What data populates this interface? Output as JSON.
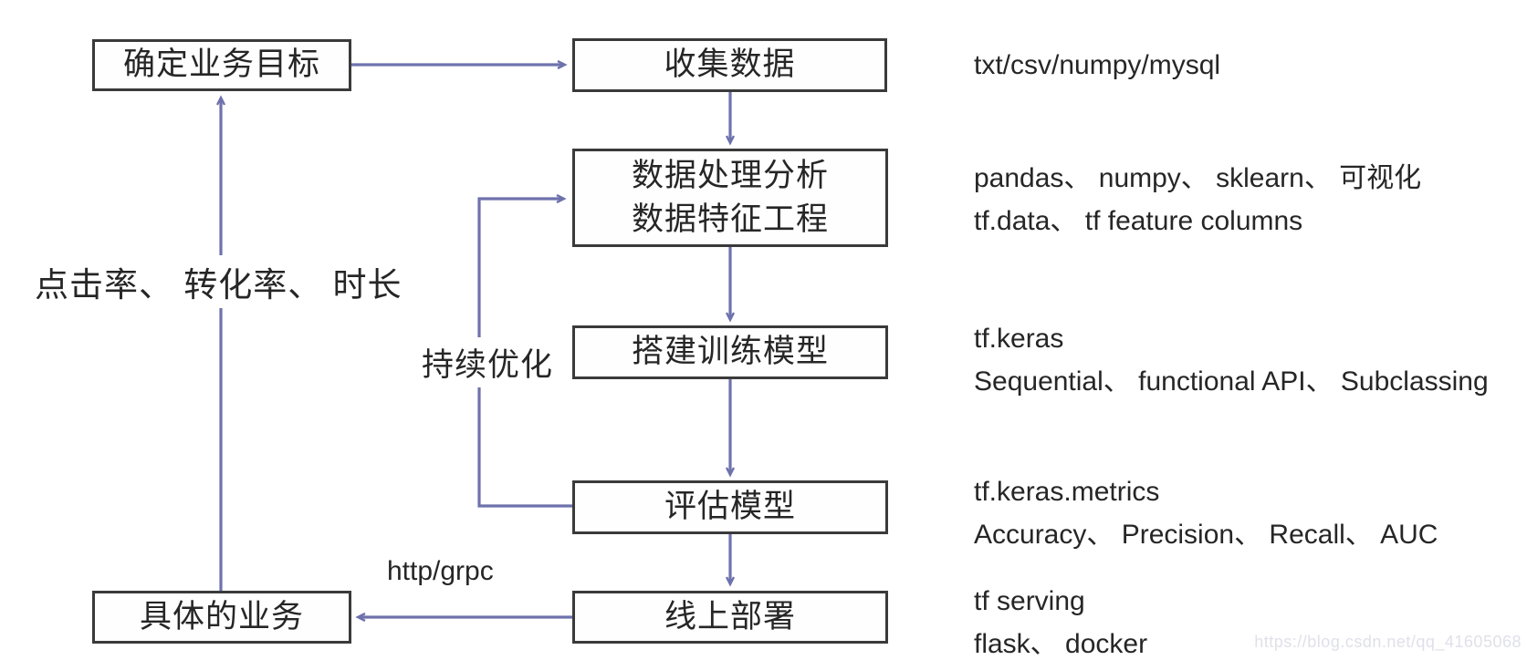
{
  "colors": {
    "background": "#ffffff",
    "arrow": "#6e72ac",
    "box_border": "#3a3a3a",
    "text": "#262626",
    "watermark_text": "#e0e0ea"
  },
  "flowchart": {
    "nodes": {
      "goal": {
        "label": "确定业务目标"
      },
      "collect": {
        "label": "收集数据"
      },
      "process": {
        "line1": "数据处理分析",
        "line2": "数据特征工程"
      },
      "train": {
        "label": "搭建训练模型"
      },
      "eval": {
        "label": "评估模型"
      },
      "deploy": {
        "label": "线上部署"
      },
      "business": {
        "label": "具体的业务"
      }
    },
    "edge_labels": {
      "business_metrics": "点击率、 转化率、 时长",
      "continuous_optimization": "持续优化",
      "protocol": "http/grpc"
    }
  },
  "annotations": {
    "collect": {
      "line1": "txt/csv/numpy/mysql"
    },
    "process": {
      "line1": "pandas、 numpy、 sklearn、 可视化",
      "line2": "tf.data、 tf feature columns"
    },
    "train": {
      "line1": "tf.keras",
      "line2": "Sequential、 functional API、 Subclassing"
    },
    "eval": {
      "line1": "tf.keras.metrics",
      "line2": "Accuracy、 Precision、 Recall、 AUC"
    },
    "deploy": {
      "line1": "tf serving",
      "line2": "flask、 docker"
    }
  },
  "watermark": "https://blog.csdn.net/qq_41605068"
}
